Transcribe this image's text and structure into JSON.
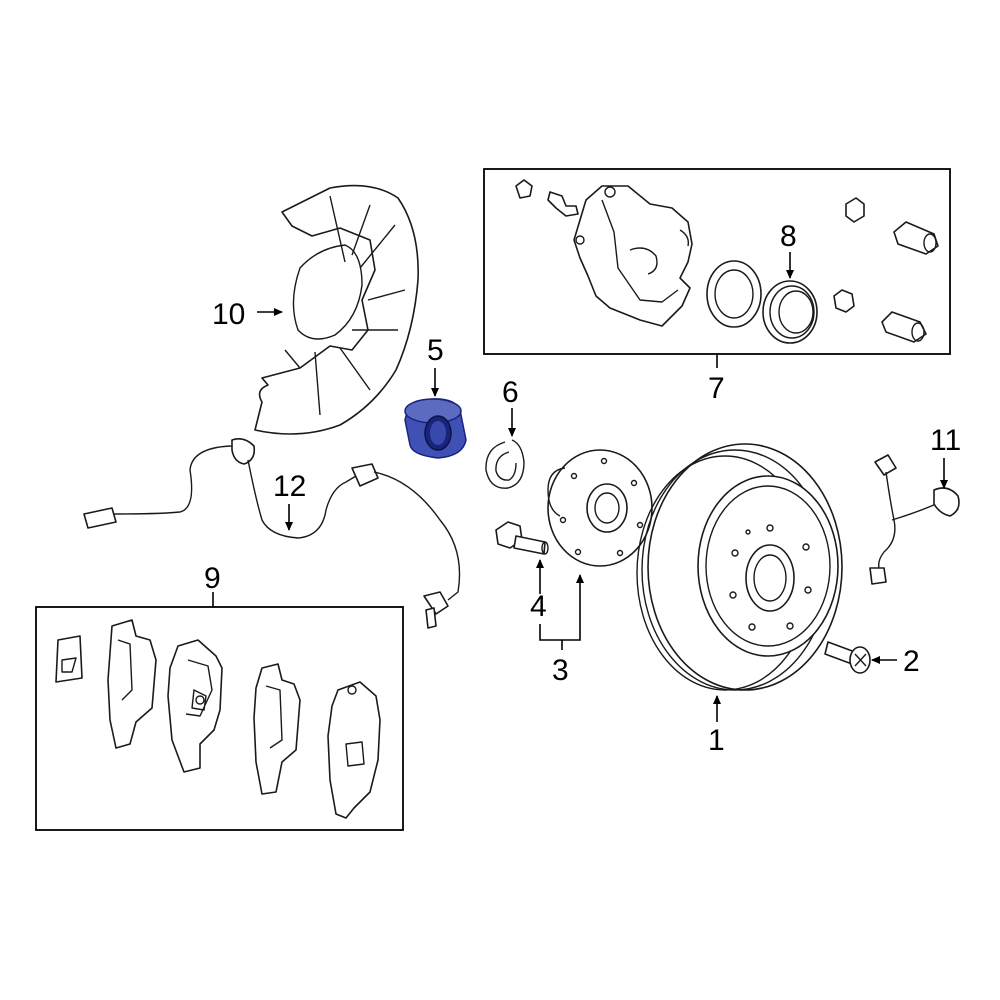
{
  "labels": {
    "l1": "1",
    "l2": "2",
    "l3": "3",
    "l4": "4",
    "l5": "5",
    "l6": "6",
    "l7": "7",
    "l8": "8",
    "l9": "9",
    "l10": "10",
    "l11": "11",
    "l12": "12"
  },
  "colors": {
    "highlight": "#3f51b5",
    "line": "#1a1a1a",
    "background": "#ffffff"
  }
}
